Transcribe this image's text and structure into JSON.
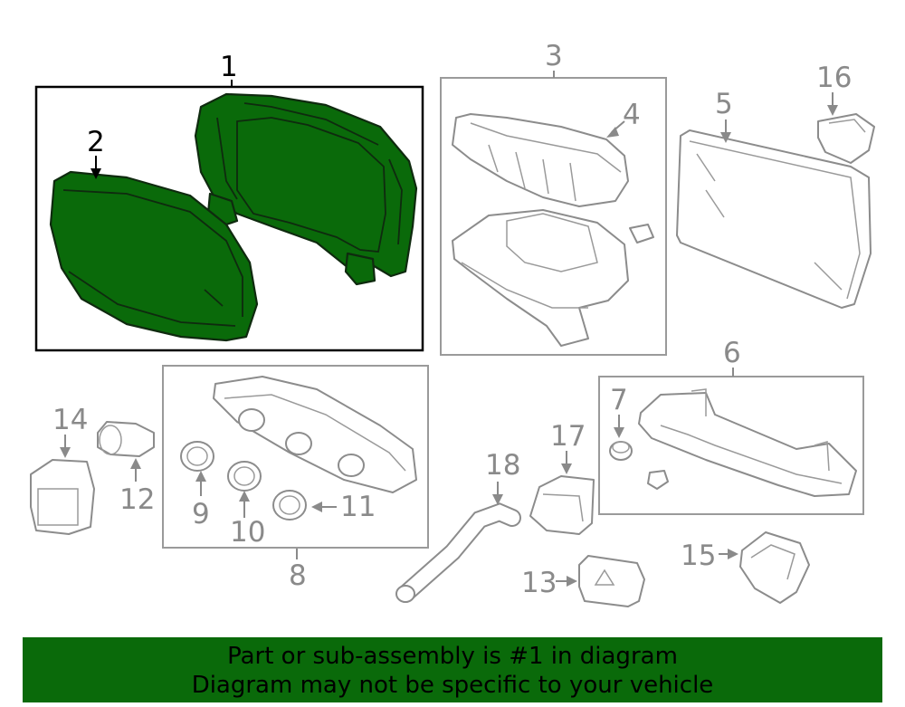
{
  "callouts": {
    "c1": "1",
    "c2": "2",
    "c3": "3",
    "c4": "4",
    "c5": "5",
    "c6": "6",
    "c7": "7",
    "c8": "8",
    "c9": "9",
    "c10": "10",
    "c11": "11",
    "c12": "12",
    "c13": "13",
    "c14": "14",
    "c15": "15",
    "c16": "16",
    "c17": "17",
    "c18": "18"
  },
  "banner": {
    "line1": "Part or sub-assembly is #1 in diagram",
    "line2": "Diagram may not be specific to your vehicle"
  },
  "colors": {
    "highlight": "#0a6a0a",
    "outline": "#8c8c8c",
    "background": "#ffffff"
  }
}
